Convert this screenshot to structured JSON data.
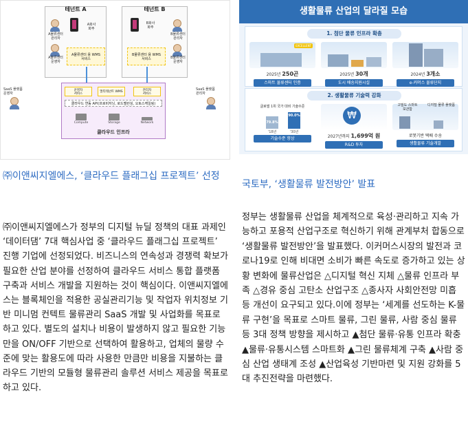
{
  "left": {
    "diagram": {
      "tenant_a": "테넌트 A",
      "tenant_b": "테넌트 B",
      "a_center_manager": "A물류센터\n관리자",
      "a_owner": "A화사\n화주",
      "a_center_operator": "A물류센터\n운영자",
      "a_wms": "A물류센터 용 WMS\n서비스",
      "b_center_manager": "B물류센터\n관리자",
      "b_owner": "B화사\n화주",
      "b_center_operator": "B물류센터\n운영자",
      "b_wms": "B물류센터 용 WMS\n서비스",
      "saas_left": "SaaS 플랫폼\n운영자",
      "saas_right": "SaaS 플랫폼\n관리자",
      "mod_operator": "운영자\n서비스",
      "mod_wms": "멀티테넌트 WMS",
      "mod_manager": "관리자\n서비스",
      "api": "클라우드 연동 API(프로비저닝, 로드밸런싱, 오토스케일링)",
      "compute": "Compute",
      "storage": "Storage",
      "network": "Network",
      "cloud_infra": "클라우드 인프라"
    },
    "headline": "㈜이앤씨지엘에스, ‘클라우드 플래그십 프로젝트’ 선정",
    "body": "㈜이앤씨지엘에스가 정부의 디지털 뉴딜 정책의 대표 과제인 ‘데이터댐’ 7대 핵심사업 중 ‘클라우드 플래그십 프로젝트’ 진행 기업에 선정되었다. 비즈니스의 연속성과 경쟁력 확보가 필요한 산업 분야를 선정하여 클라우드 서비스 통합 플랫폼 구축과 서비스 개발을 지원하는 것이 핵심이다. 이앤씨지엘에스는 블록체인을 적용한 공실관리기능 및 작업자 위치정보 기반 미니멈 컨텍트 물류관리 SaaS 개발 및 사업화를 목표로 하고 있다. 별도의 설치나 비용이 발생하지 않고 필요한 기능만을 ON/OFF 기반으로 선택하여 활용하고, 업체의 물량 수준에 맞는 활용도에 따라 사용한 만큼만 비용을 지불하는 클라우드 기반의 모듈형 물류관리 솔루션 서비스 제공을 목표로 하고 있다."
  },
  "right": {
    "infographic": {
      "title": "생활물류 산업의 달라질 모습",
      "section1": "1. 첨단 물류 인프라 확충",
      "card1_year": "2025년",
      "card1_value": "250곤",
      "card1_tag": "스마트 물류센터 인증",
      "card1_badge": "EXCELLENT",
      "card2_year": "2025년",
      "card2_value": "30개",
      "card2_tag": "도시 배송지원시설",
      "card3_year": "2024년",
      "card3_value": "3개소",
      "card3_tag": "e-커머스 물류단지",
      "section2": "2. 생활물류 기술력 강화",
      "tech_caption": "글로벌 1위 국가 대비 기술수준",
      "tech_v1": "79.8%",
      "tech_v2": "90.0%",
      "tech_y1": "'18년",
      "tech_y2": "'30년",
      "tech_tag": "기술수준 향상",
      "rd_year": "2027년까지",
      "rd_value": "1,699억 원",
      "rd_tag": "R&D 투자",
      "dev_cap1": "고밀도 스마트\n보관함",
      "dev_cap2": "디지털 물류 플랫폼",
      "dev_cap3": "로봇기반 택배 수송",
      "dev_tag": "생활물류 기술개발"
    },
    "headline": "국토부, ‘생활물류 발전방안’ 발표",
    "body": "정부는 생활물류 산업을 체계적으로 육성·관리하고 지속 가능하고 포용적 산업구조로 혁신하기 위해 관계부처 합동으로 ‘생활물류 발전방안’을 발표했다. 이커머스시장의 발전과 코로나19로 인해 비대면 소비가 빠른 속도로 증가하고 있는 상황 변화에 물류산업은 △디지털 혁신 지체 △물류 인프라 부족 △경유 중심 고탄소 산업구조 △종사자 사회안전망 미흡 등 개선이 요구되고 있다.이에 정부는 ‘세계를 선도하는 K-물류 구현’을 목표로 스마트 물류, 그린 물류, 사람 중심 물류 등 3대 정책 방향을 제시하고 ▲첨단 물류·유통 인프라 확충 ▲물류·유통시스템 스마트화 ▲그린 물류체계 구축 ▲사람 중심 산업 생태계 조성 ▲산업육성 기반마련 및 지원 강화를 5대 추진전략을 마련했다."
  }
}
